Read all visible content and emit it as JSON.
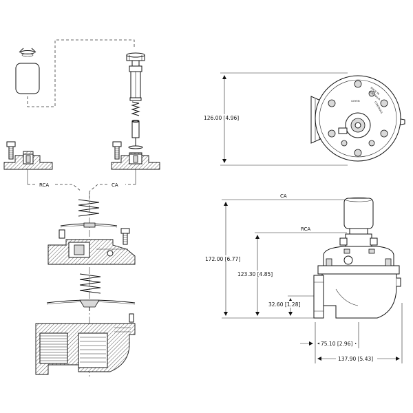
{
  "labels": {
    "rca_exploded": "RCA",
    "ca_exploded": "CA",
    "ca_side": "CA",
    "rca_side": "RCA"
  },
  "dimensions": {
    "top_view_height": "126.00 [4.96]",
    "overall_height": "172.00 [6.77]",
    "rca_height": "123.30 [4.85]",
    "port_height": "32.60 [1.28]",
    "half_width": "75.10 [2.96]",
    "overall_width": "137.90 [5.43]"
  },
  "nameplate": {
    "line1": "MADE IN",
    "line2": "AUSTRALIA",
    "line3": "GOYEN",
    "line4": "CONTROLS"
  }
}
